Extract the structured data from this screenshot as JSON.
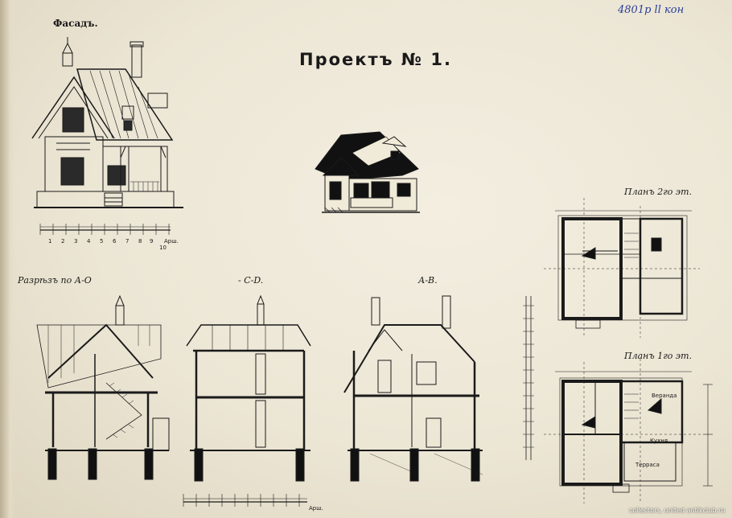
{
  "title": "Проектъ № 1.",
  "facade_label": "Фасадъ.",
  "inventory_note": "4801р ll кон",
  "sections": {
    "ao_label": "Разрѣзъ по А-О",
    "cd_label": "- С-D.",
    "ab_label": "А-В."
  },
  "plans": {
    "second_floor": "Планъ 2го эт.",
    "first_floor": "Планъ 1го эт.",
    "room_veranda": "Веранда",
    "room_kitchen": "Кухня",
    "room_terrace": "Терраса"
  },
  "scale_unit": "Арш.",
  "scale_numbers": [
    "1",
    "2",
    "3",
    "4",
    "5",
    "6",
    "7",
    "8",
    "9",
    "10"
  ],
  "watermark": "collectors, united antikclub.ru",
  "colors": {
    "ink": "#1a1a1a",
    "paper": "#ece6d5",
    "inventory_ink": "#2a3f9a"
  }
}
